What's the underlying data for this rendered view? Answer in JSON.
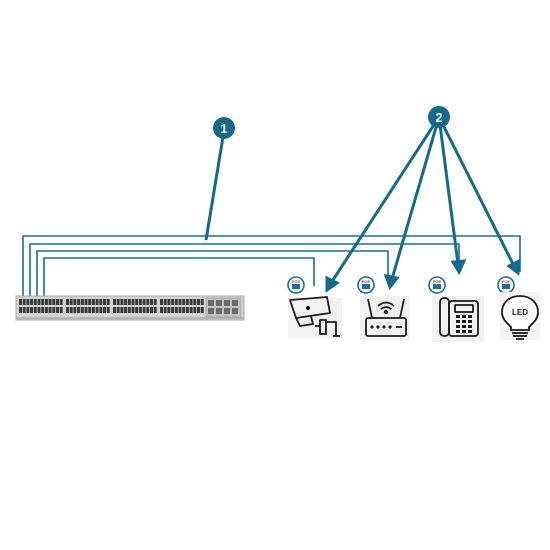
{
  "callouts": [
    {
      "id": "1",
      "label": "1"
    },
    {
      "id": "2",
      "label": "2"
    }
  ],
  "poe_badge_label": "POE",
  "led_label": "LED",
  "devices": [
    {
      "name": "ip-camera",
      "icon": "security-camera-icon"
    },
    {
      "name": "wireless-access-point",
      "icon": "wifi-router-icon"
    },
    {
      "name": "ip-phone",
      "icon": "desk-phone-icon"
    },
    {
      "name": "led-light",
      "icon": "light-bulb-icon"
    }
  ],
  "colors": {
    "cable": "#1b6e99",
    "callout_fill": "#136a8a",
    "switch_body": "#d9d9d9",
    "port_dark": "#3a3a3a"
  }
}
